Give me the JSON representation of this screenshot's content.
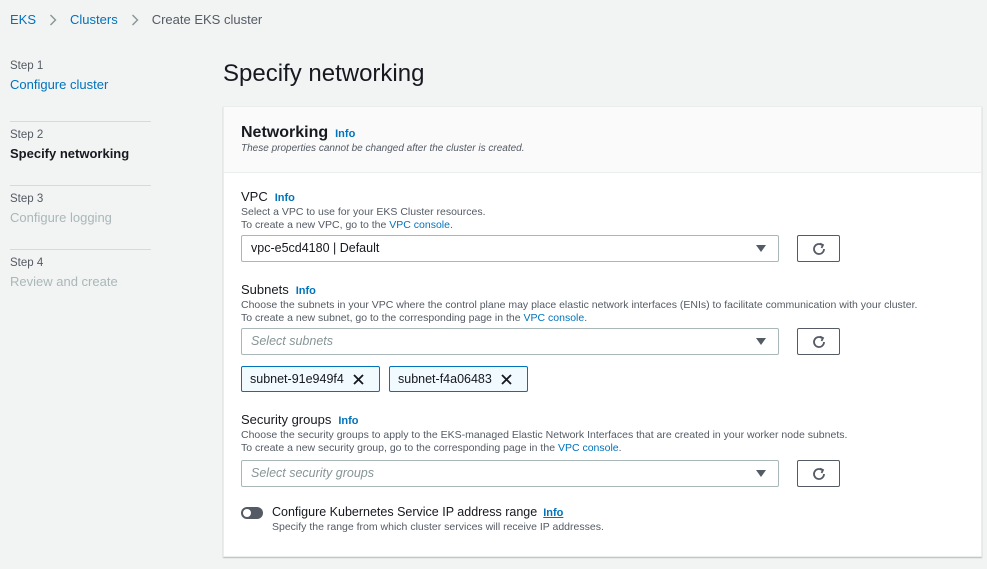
{
  "breadcrumb": {
    "eks": "EKS",
    "clusters": "Clusters",
    "current": "Create EKS cluster"
  },
  "steps": [
    {
      "num": "Step 1",
      "name": "Configure cluster"
    },
    {
      "num": "Step 2",
      "name": "Specify networking"
    },
    {
      "num": "Step 3",
      "name": "Configure logging"
    },
    {
      "num": "Step 4",
      "name": "Review and create"
    }
  ],
  "page_title": "Specify networking",
  "panel": {
    "title": "Networking",
    "info": "Info",
    "desc": "These properties cannot be changed after the cluster is created."
  },
  "vpc": {
    "label": "VPC",
    "info": "Info",
    "desc1": "Select a VPC to use for your EKS Cluster resources.",
    "desc2_prefix": "To create a new VPC, go to the ",
    "desc2_link": "VPC console",
    "desc2_suffix": ".",
    "value": "vpc-e5cd4180 | Default"
  },
  "subnets": {
    "label": "Subnets",
    "info": "Info",
    "desc1": "Choose the subnets in your VPC where the control plane may place elastic network interfaces (ENIs) to facilitate communication with your cluster.",
    "desc2_prefix": "To create a new subnet, go to the corresponding page in the ",
    "desc2_link": "VPC console",
    "desc2_suffix": ".",
    "placeholder": "Select subnets",
    "tokens": [
      "subnet-91e949f4",
      "subnet-f4a06483"
    ]
  },
  "security_groups": {
    "label": "Security groups",
    "info": "Info",
    "desc1": "Choose the security groups to apply to the EKS-managed Elastic Network Interfaces that are created in your worker node subnets.",
    "desc2_prefix": "To create a new security group, go to the corresponding page in the ",
    "desc2_link": "VPC console",
    "desc2_suffix": ".",
    "placeholder": "Select security groups"
  },
  "service_ip": {
    "label": "Configure Kubernetes Service IP address range",
    "info": "Info",
    "desc": "Specify the range from which cluster services will receive IP addresses."
  }
}
